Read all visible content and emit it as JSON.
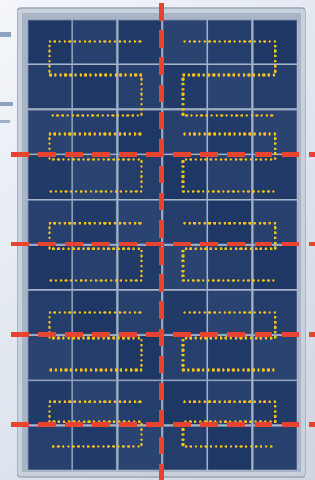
{
  "panel": {
    "frame_color": "#c9d1dc",
    "cell_color": "#1f3a66",
    "grid_line_color": "#7d8fae",
    "columns": 6,
    "rows": 10
  },
  "cut_lines": {
    "color": "#e8432f",
    "style": "dashed",
    "vertical_count": 1,
    "horizontal_count": 4
  },
  "cell_strings": {
    "color": "#f5c21a",
    "style": "dotted",
    "count": 10
  }
}
